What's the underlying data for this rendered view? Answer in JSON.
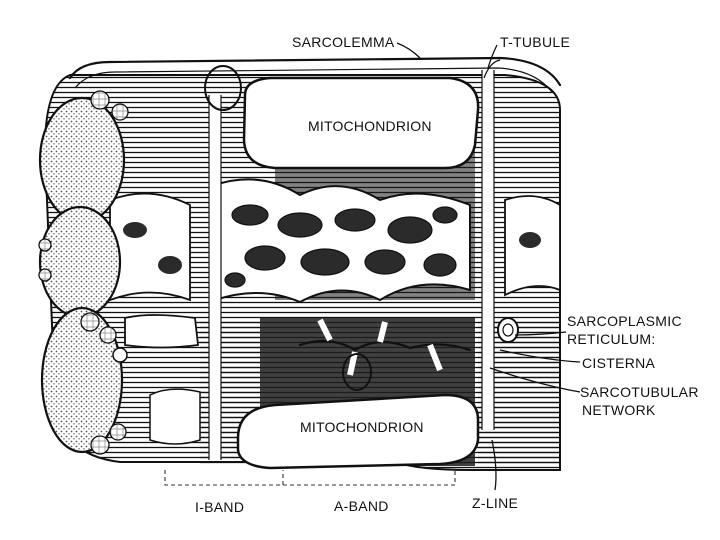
{
  "diagram": {
    "labels": {
      "sarcolemma": "SARCOLEMMA",
      "t_tubule": "T-TUBULE",
      "mitochondrion_top": "MITOCHONDRION",
      "mitochondrion_bottom": "MITOCHONDRION",
      "sarcoplasmic_reticulum_line1": "SARCOPLASMIC",
      "sarcoplasmic_reticulum_line2": "RETICULUM:",
      "cisterna": "CISTERNA",
      "sarcotubular_line1": "SARCOTUBULAR",
      "sarcotubular_line2": "NETWORK",
      "i_band": "I-BAND",
      "a_band": "A-BAND",
      "z_line": "Z-LINE"
    },
    "colors": {
      "ink": "#111111",
      "paper": "#ffffff",
      "dark_band": "#2a2a2a",
      "stipple": "#9a9a9a"
    }
  }
}
